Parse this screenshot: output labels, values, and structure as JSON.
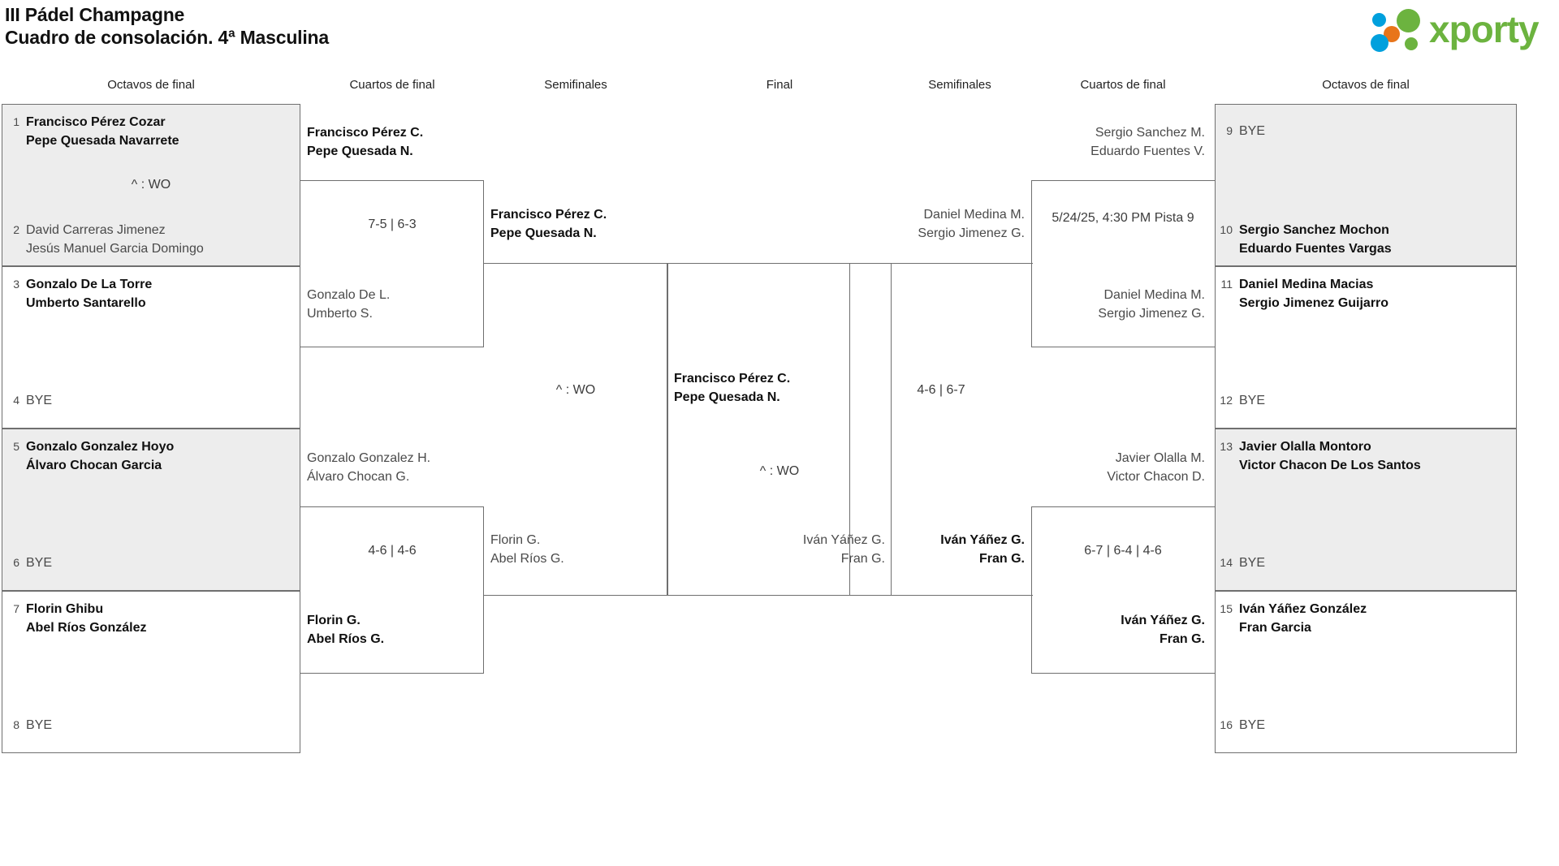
{
  "header": {
    "title_line1": "III Pádel Champagne",
    "title_line2": "Cuadro de consolación. 4ª Masculina",
    "logo_text": "xporty",
    "logo_colors": {
      "green": "#6cb33f",
      "blue": "#00a0dd",
      "orange": "#e8751a"
    }
  },
  "rounds": [
    {
      "label": "Octavos de final"
    },
    {
      "label": "Cuartos de final"
    },
    {
      "label": "Semifinales"
    },
    {
      "label": "Final"
    },
    {
      "label": "Semifinales"
    },
    {
      "label": "Cuartos de final"
    },
    {
      "label": "Octavos de final"
    }
  ],
  "left_seeds": [
    {
      "num": "1",
      "line1": "Francisco Pérez Cozar",
      "line2": "Pepe Quesada Navarrete",
      "winner": true,
      "bye": false
    },
    {
      "num": "2",
      "line1": "David Carreras Jimenez",
      "line2": "Jesús Manuel Garcia Domingo",
      "winner": false,
      "bye": false
    },
    {
      "num": "3",
      "line1": "Gonzalo De La Torre",
      "line2": "Umberto Santarello",
      "winner": true,
      "bye": false
    },
    {
      "num": "4",
      "line1": "BYE",
      "line2": "",
      "winner": false,
      "bye": true
    },
    {
      "num": "5",
      "line1": "Gonzalo Gonzalez Hoyo",
      "line2": "Álvaro Chocan Garcia",
      "winner": true,
      "bye": false
    },
    {
      "num": "6",
      "line1": "BYE",
      "line2": "",
      "winner": false,
      "bye": true
    },
    {
      "num": "7",
      "line1": "Florin Ghibu",
      "line2": "Abel Ríos González",
      "winner": true,
      "bye": false
    },
    {
      "num": "8",
      "line1": "BYE",
      "line2": "",
      "winner": false,
      "bye": true
    }
  ],
  "right_seeds": [
    {
      "num": "9",
      "line1": "BYE",
      "line2": "",
      "winner": false,
      "bye": true
    },
    {
      "num": "10",
      "line1": "Sergio Sanchez Mochon",
      "line2": "Eduardo Fuentes Vargas",
      "winner": true,
      "bye": false
    },
    {
      "num": "11",
      "line1": "Daniel Medina Macias",
      "line2": "Sergio Jimenez Guijarro",
      "winner": true,
      "bye": false
    },
    {
      "num": "12",
      "line1": "BYE",
      "line2": "",
      "winner": false,
      "bye": true
    },
    {
      "num": "13",
      "line1": "Javier Olalla Montoro",
      "line2": "Victor Chacon De Los Santos",
      "winner": true,
      "bye": false
    },
    {
      "num": "14",
      "line1": "BYE",
      "line2": "",
      "winner": false,
      "bye": true
    },
    {
      "num": "15",
      "line1": "Iván Yáñez González",
      "line2": "Fran Garcia",
      "winner": true,
      "bye": false
    },
    {
      "num": "16",
      "line1": "BYE",
      "line2": "",
      "winner": false,
      "bye": true
    }
  ],
  "left_qf": [
    {
      "top_team": "Francisco Pérez C.\nPepe Quesada N.",
      "bottom_team": "Gonzalo De L.\nUmberto S.",
      "score": "7-5 | 6-3",
      "top_winner": true,
      "bottom_winner": false
    },
    {
      "top_team": "Gonzalo Gonzalez H.\nÁlvaro Chocan G.",
      "bottom_team": "Florin G.\nAbel Ríos G.",
      "score": "4-6 | 4-6",
      "top_winner": false,
      "bottom_winner": true
    }
  ],
  "left_sf": {
    "top_team": "Francisco Pérez C.\nPepe Quesada N.",
    "bottom_team": "Florin G.\nAbel Ríos G.",
    "score": "^ : WO",
    "top_winner": true,
    "bottom_winner": false
  },
  "final": {
    "top_team": "Francisco Pérez C.\nPepe Quesada N.",
    "bottom_team": "Iván Yáñez G.\nFran G.",
    "score": "^ : WO",
    "top_winner": true,
    "bottom_winner": false
  },
  "right_sf": {
    "top_team": "Daniel Medina M.\nSergio Jimenez G.",
    "bottom_team": "Iván Yáñez G.\nFran G.",
    "score": "4-6 | 6-7",
    "top_winner": false,
    "bottom_winner": true
  },
  "right_qf": [
    {
      "top_team": "Sergio Sanchez M.\nEduardo Fuentes V.",
      "bottom_team": "Daniel Medina M.\nSergio Jimenez G.",
      "score": "5/24/25, 4:30 PM Pista 9",
      "top_winner": false,
      "bottom_winner": false
    },
    {
      "top_team": "Javier Olalla M.\nVictor Chacon D.",
      "bottom_team": "Iván Yáñez G.\nFran G.",
      "score": "6-7 | 6-4 | 4-6",
      "top_winner": false,
      "bottom_winner": true
    }
  ],
  "left_r1_scores": [
    "^ : WO",
    "",
    "",
    ""
  ]
}
